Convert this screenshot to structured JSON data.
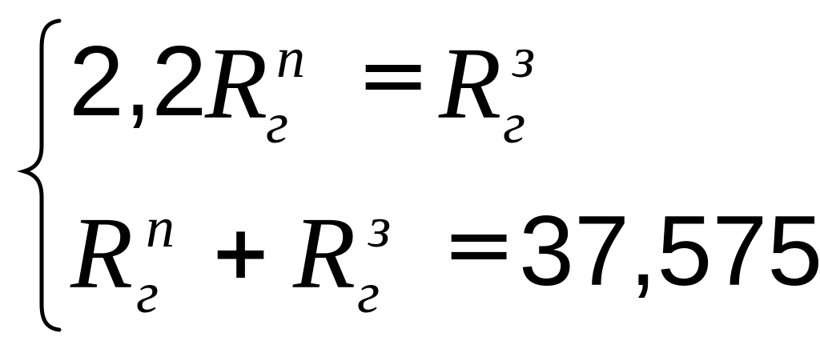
{
  "equation_system": {
    "line1": {
      "coefficient": "2,2",
      "var1": {
        "base": "R",
        "superscript": "п",
        "subscript": "г"
      },
      "operator": "=",
      "var2": {
        "base": "R",
        "superscript": "з",
        "subscript": "г"
      }
    },
    "line2": {
      "var1": {
        "base": "R",
        "superscript": "п",
        "subscript": "г"
      },
      "operator_plus": "+",
      "var2": {
        "base": "R",
        "superscript": "з",
        "subscript": "г"
      },
      "operator": "=",
      "value": "37,575"
    }
  }
}
